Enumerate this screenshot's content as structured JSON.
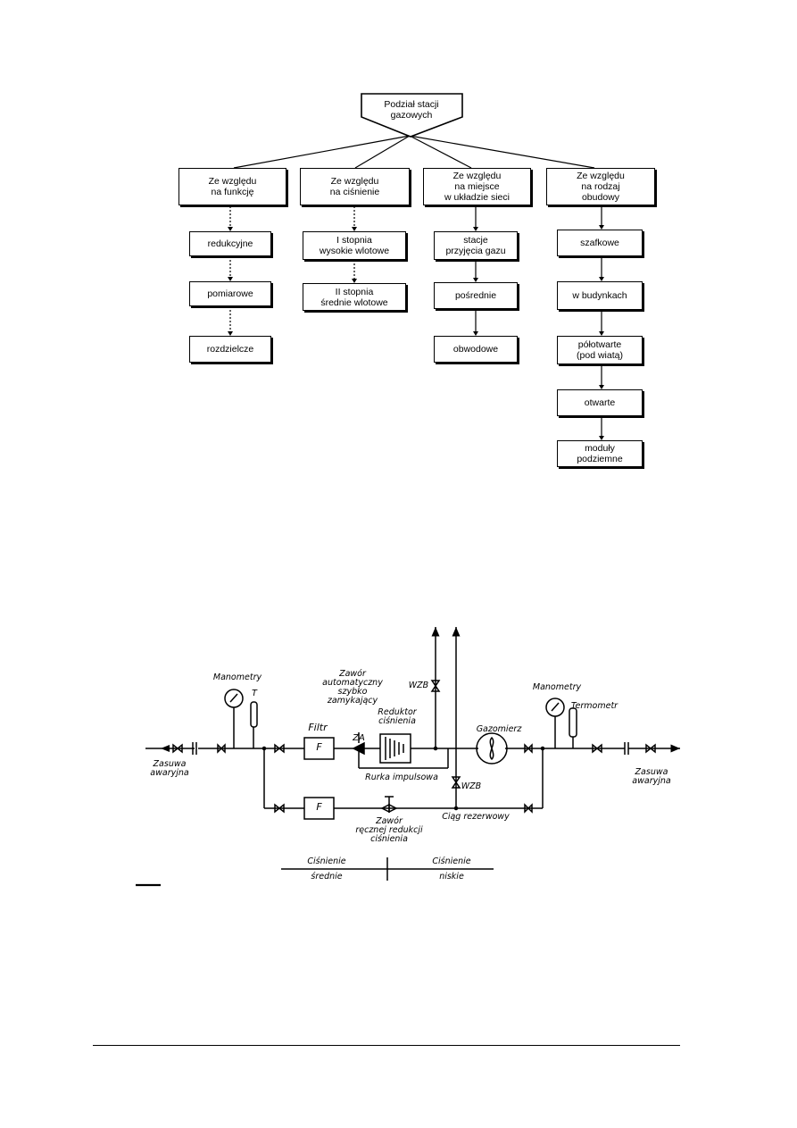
{
  "classification_tree": {
    "root": "Podział stacji\ngazowych",
    "columns": [
      {
        "header": "Ze względu\nna funkcję",
        "items": [
          "redukcyjne",
          "pomiarowe",
          "rozdzielcze"
        ]
      },
      {
        "header": "Ze względu\nna ciśnienie",
        "items": [
          "I stopnia\nwysokie wlotowe",
          "II stopnia\nśrednie wlotowe"
        ]
      },
      {
        "header": "Ze względu\nna miejsce\nw układzie sieci",
        "items": [
          "stacje\nprzyjęcia gazu",
          "pośrednie",
          "obwodowe"
        ]
      },
      {
        "header": "Ze względu\nna rodzaj\nobudowy",
        "items": [
          "szafkowe",
          "w budynkach",
          "półotwarte\n(pod wiatą)",
          "otwarte",
          "moduły\npodziemne"
        ]
      }
    ]
  },
  "station_schematic": {
    "labels": {
      "manometry_left": "Manometry",
      "t": "T",
      "zasuwa_left": "Zasuwa\nawaryjna",
      "filtr": "Filtr",
      "f_main": "F",
      "f_reserve": "F",
      "za": "ZA",
      "zawor_auto": "Zawór\nautomatyczny\nszybko zamykający",
      "reduktor": "Reduktor\nciśnienia",
      "rurka": "Rurka impulsowa",
      "wzb_top": "WZB",
      "wzb_bottom": "WZB",
      "gazomierz": "Gazomierz",
      "manometry_right": "Manometry",
      "termometr": "Termometr",
      "zasuwa_right": "Zasuwa\nawaryjna",
      "ciag": "Ciąg  rezerwowy",
      "zawor_reczny": "Zawór\nręcznej redukcji\nciśnienia",
      "cis_sred_top": "Ciśnienie",
      "cis_sred_bot": "średnie",
      "cis_nisk_top": "Ciśnienie",
      "cis_nisk_bot": "niskie"
    }
  }
}
